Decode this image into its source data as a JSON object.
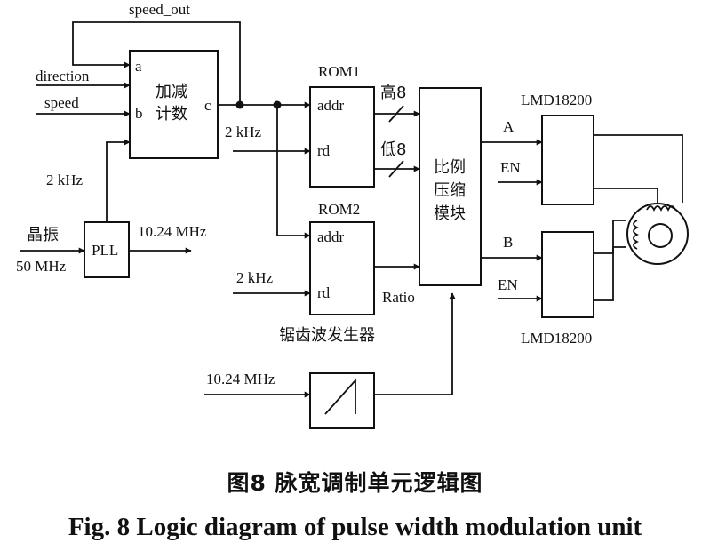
{
  "signals": {
    "speed_out": "speed_out",
    "direction": "direction",
    "speed": "speed",
    "clk_2khz": "2 kHz",
    "crystal": "晶振",
    "freq_50mhz": "50 MHz",
    "freq_1024mhz": "10.24 MHz",
    "high8": "高8",
    "low8": "低8",
    "ratio": "Ratio",
    "a": "A",
    "b": "B",
    "en": "EN"
  },
  "blocks": {
    "counter": {
      "line1": "加减",
      "line2": "计数",
      "port_a": "a",
      "port_b": "b",
      "port_c": "c"
    },
    "pll": {
      "label": "PLL"
    },
    "rom1": {
      "title": "ROM1",
      "addr": "addr",
      "rd": "rd"
    },
    "rom2": {
      "title": "ROM2",
      "addr": "addr",
      "rd": "rd",
      "caption": "锯齿波发生器"
    },
    "scaler": {
      "line1": "比例",
      "line2": "压缩",
      "line3": "模块"
    },
    "driver_top": {
      "title": "LMD18200"
    },
    "driver_bottom": {
      "title": "LMD18200"
    }
  },
  "caption": {
    "cn": "图8  脉宽调制单元逻辑图",
    "en": "Fig. 8  Logic diagram of pulse width modulation unit"
  }
}
